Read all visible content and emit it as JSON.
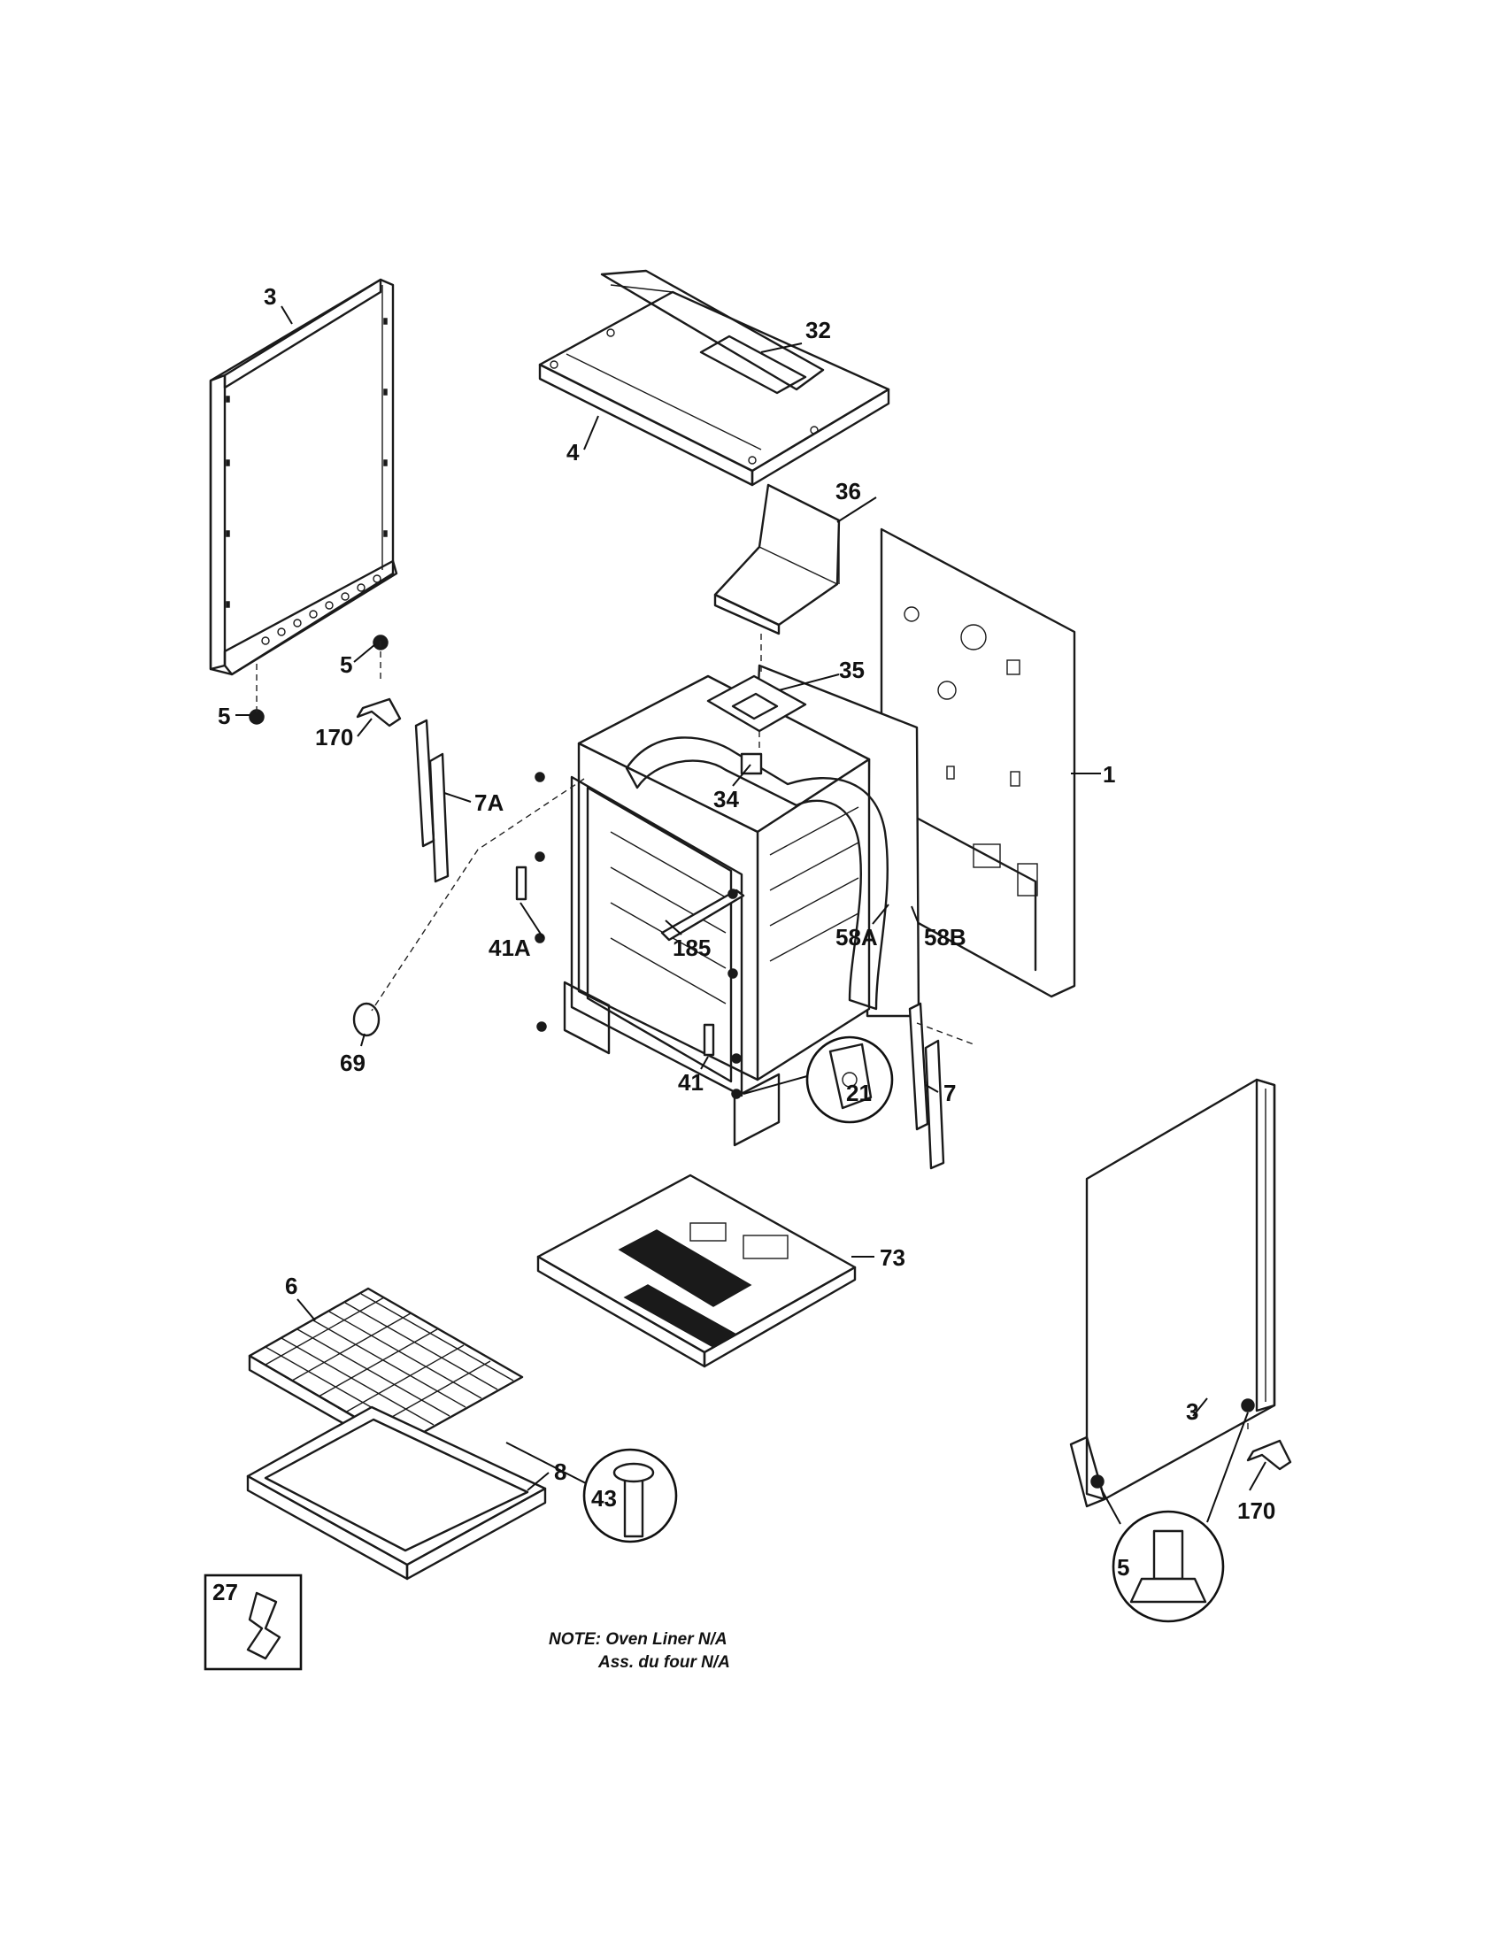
{
  "callouts": {
    "p1": "1",
    "p3_left": "3",
    "p3_right": "3",
    "p4": "4",
    "p5_a": "5",
    "p5_b": "5",
    "p5_circle": "5",
    "p6": "6",
    "p7": "7",
    "p7a": "7A",
    "p8": "8",
    "p21": "21",
    "p27": "27",
    "p32": "32",
    "p34": "34",
    "p35": "35",
    "p36": "36",
    "p41": "41",
    "p41a": "41A",
    "p43": "43",
    "p58a": "58A",
    "p58b": "58B",
    "p69": "69",
    "p73": "73",
    "p170_left": "170",
    "p170_right": "170",
    "p185": "185"
  },
  "note": {
    "line1": "NOTE: Oven Liner N/A",
    "line2": "Ass. du four N/A"
  }
}
